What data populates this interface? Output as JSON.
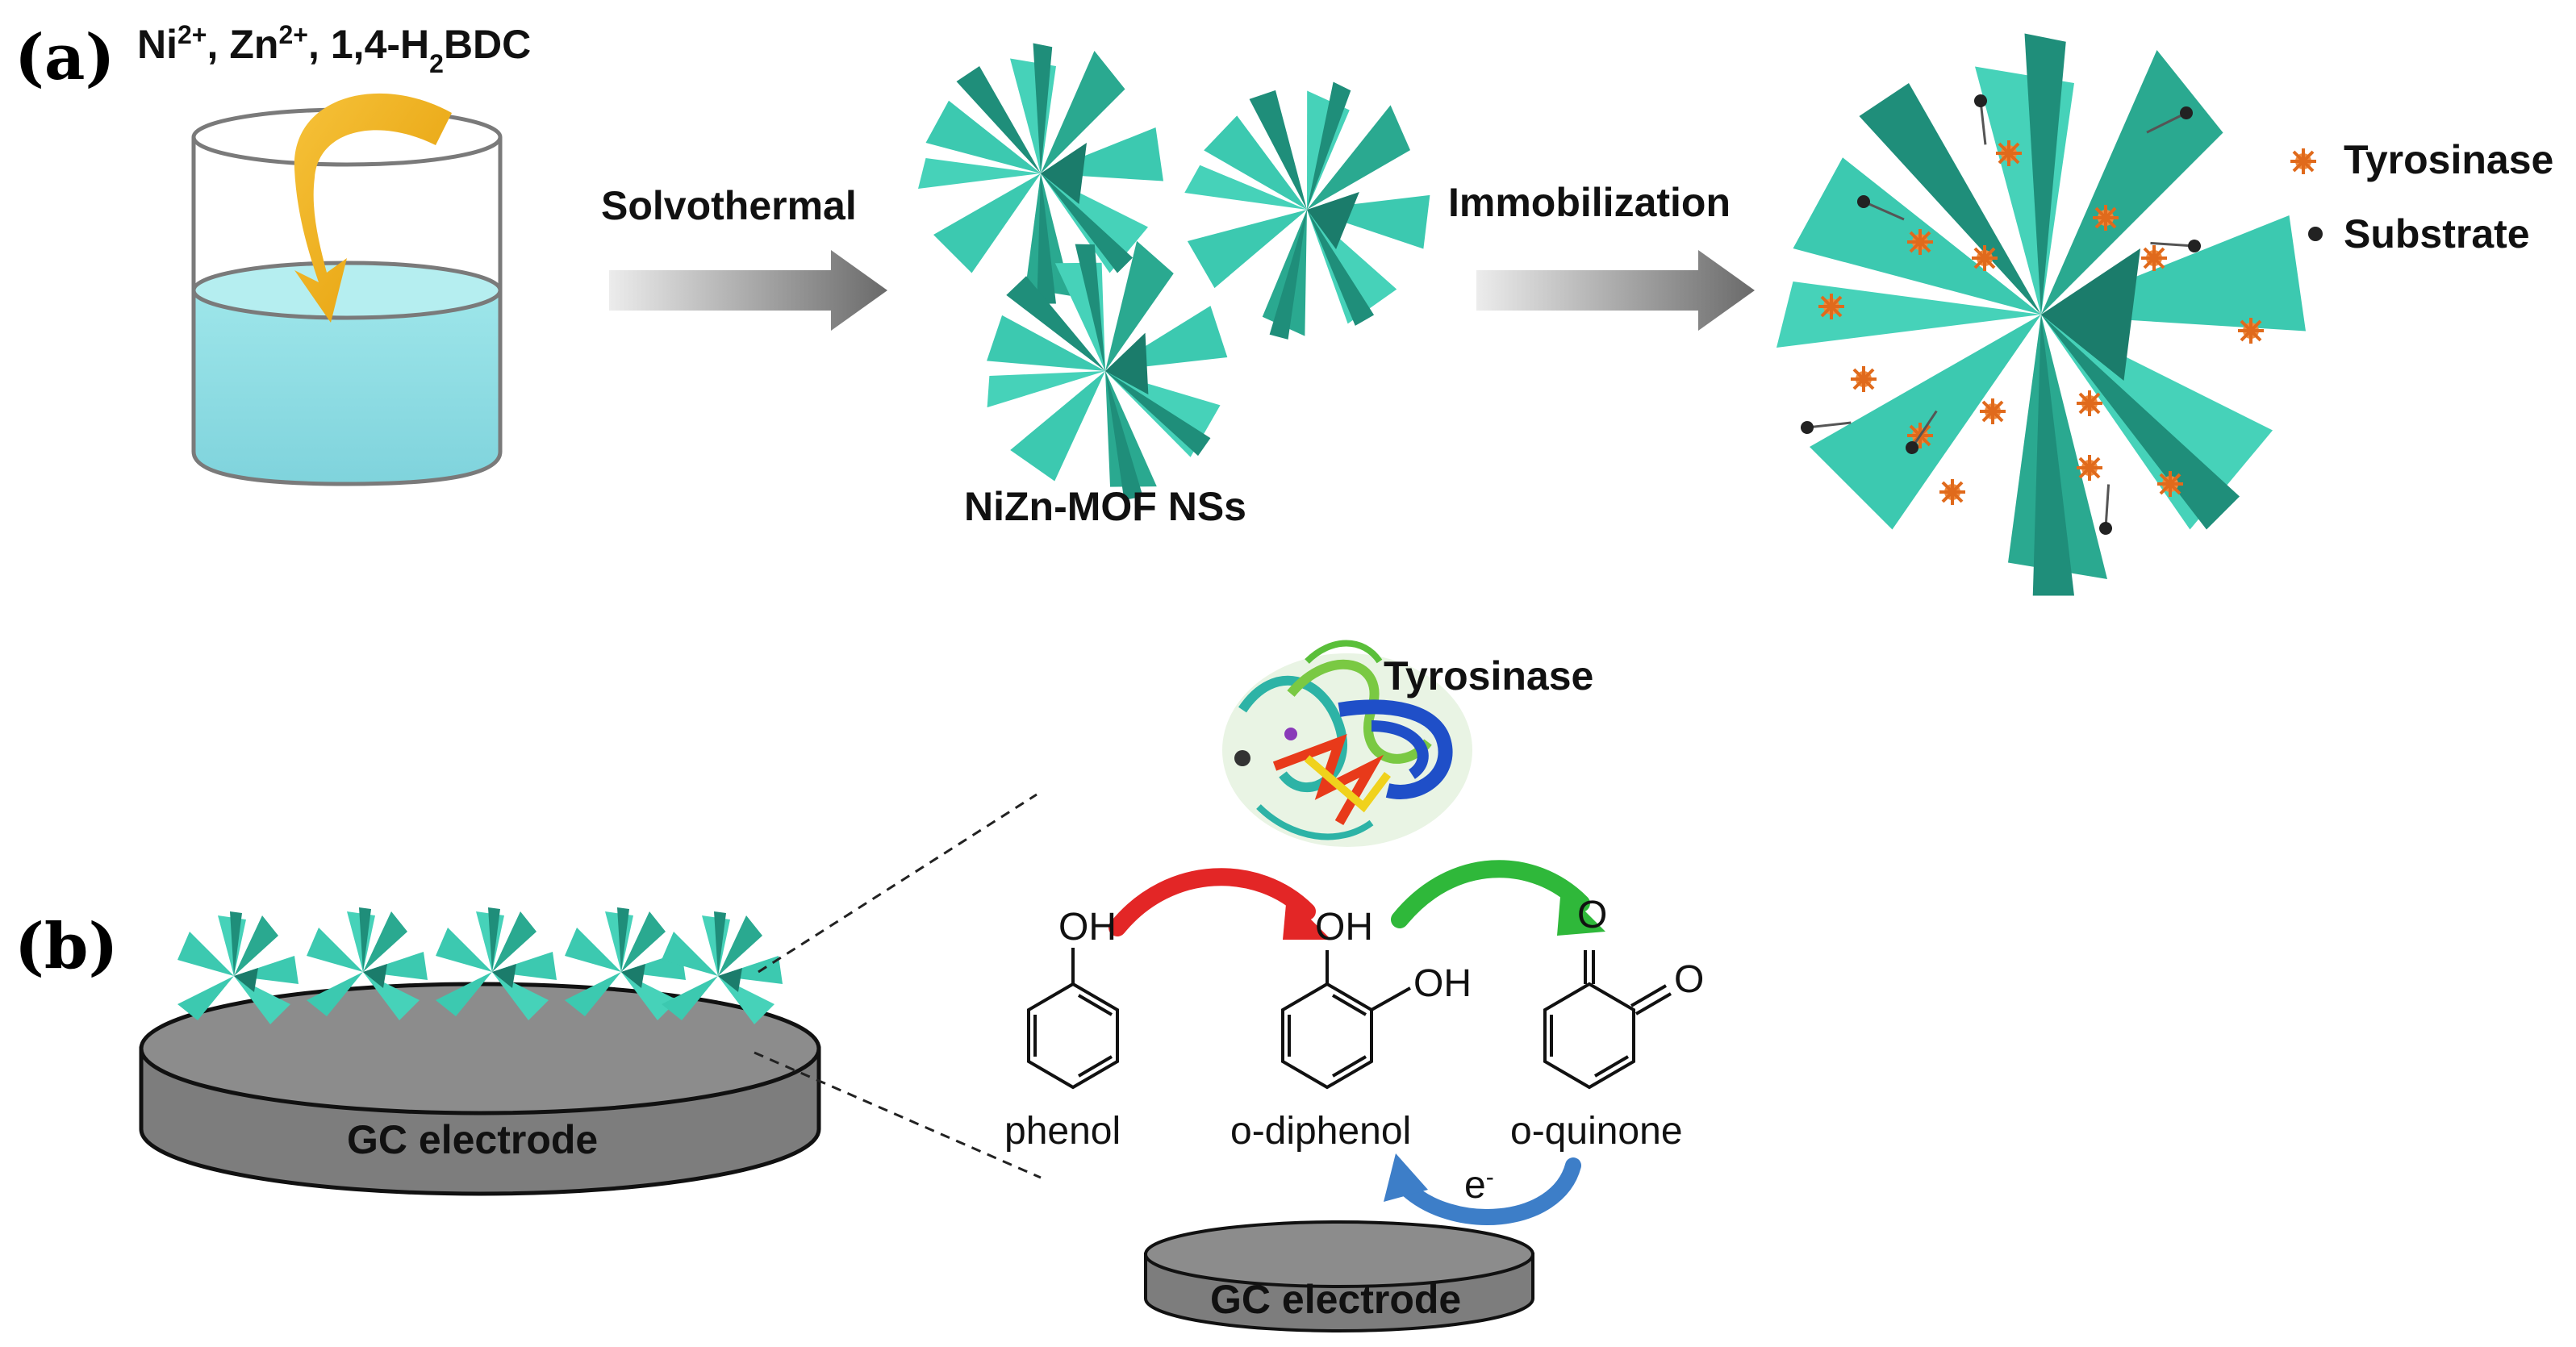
{
  "panels": {
    "a": {
      "label": "(a)",
      "reagents": {
        "ni": "Ni",
        "ni_charge": "2+",
        "zn": "Zn",
        "zn_charge": "2+",
        "sep": ",",
        "bdc_pre": "1,4-H",
        "bdc_sub": "2",
        "bdc_post": "BDC"
      },
      "step1": "Solvothermal",
      "product": "NiZn-MOF  NSs",
      "step2": "Immobilization",
      "legend": [
        {
          "label": "Tyrosinase",
          "icon": "tyrosinase-enzyme-icon",
          "color": "#f08a3c"
        },
        {
          "label": "Substrate",
          "icon": "substrate-dot-icon",
          "color": "#222222"
        }
      ]
    },
    "b": {
      "label": "(b)",
      "electrode_main": "GC electrode",
      "electrode_small": "GC electrode",
      "enzyme": "Tyrosinase",
      "molecules": [
        {
          "name": "phenol"
        },
        {
          "name": "o-diphenol"
        },
        {
          "name": "o-quinone"
        }
      ],
      "atoms": {
        "oh": "OH",
        "o": "O"
      },
      "electron": "e",
      "electron_charge": "-"
    }
  },
  "colors": {
    "mof": "#3cc9b0",
    "mof_dark": "#1f8e7a",
    "liquid": "#8edfe6",
    "gold_arrow": "#f2b10a",
    "gray_arrow": "#6f6f6f",
    "red_arrow": "#e32626",
    "green_arrow": "#2fb83a",
    "blue_arrow": "#3d7ec8",
    "electrode": "#808080"
  }
}
